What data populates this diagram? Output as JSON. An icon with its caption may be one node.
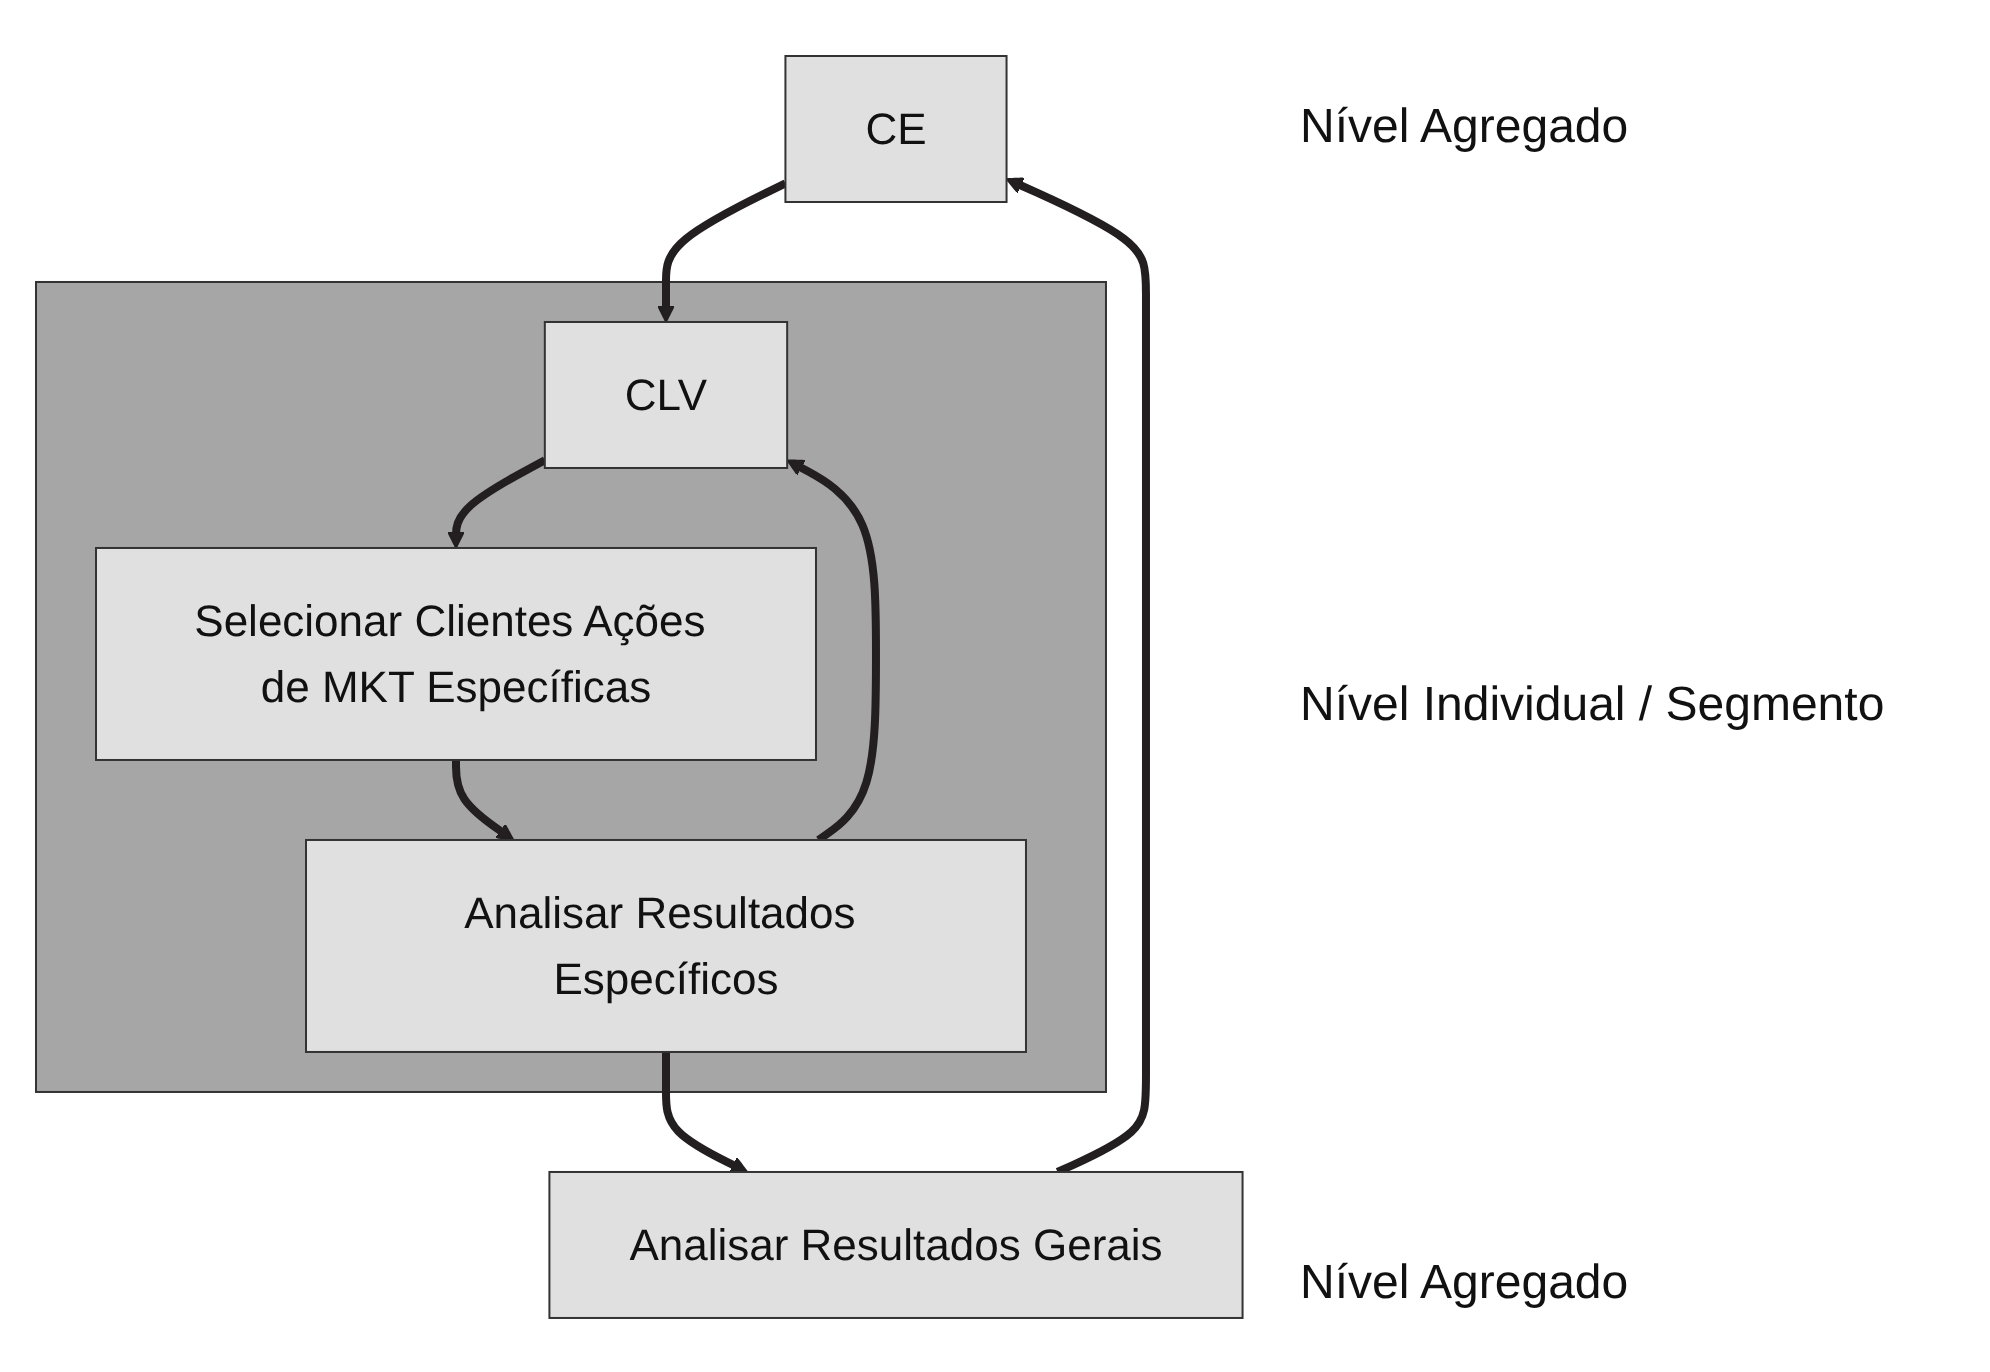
{
  "diagram": {
    "nodes": [
      {
        "text": [
          "CE"
        ]
      },
      {
        "text": [],
        "shape": "box"
      },
      {
        "text": [
          "CLV"
        ],
        "in": 1
      },
      {
        "text": [
          "Selecionar Clientes Ações de MKT Específicas"
        ],
        "in": 1
      },
      {
        "text": [
          "Analisar Resultados Específicos"
        ],
        "in": 1
      },
      {
        "text": [
          "Analisar Resultados Gerais"
        ]
      }
    ],
    "edges": [
      {
        "from": 0,
        "to": 2,
        "arrow": "to"
      },
      {
        "from": 2,
        "to": 3,
        "arrow": "to"
      },
      {
        "from": 3,
        "to": 4,
        "arrow": "to"
      },
      {
        "from": 4,
        "to": 2,
        "arrow": "to"
      },
      {
        "from": 4,
        "to": 5,
        "arrow": "to"
      },
      {
        "from": 5,
        "to": 0,
        "arrow": "to"
      }
    ],
    "labels": [
      "Nível Agregado",
      "Nível Individual / Segmento",
      "Nível Agregado"
    ]
  }
}
